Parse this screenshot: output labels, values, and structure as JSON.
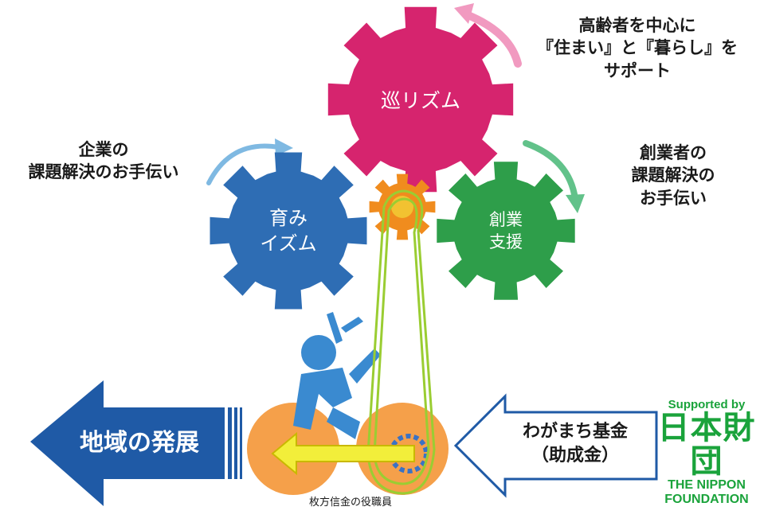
{
  "gears": {
    "top": {
      "label": "巡リズム",
      "color": "#d6246e"
    },
    "left": {
      "label_line1": "育み",
      "label_line2": "イズム",
      "color": "#2e6db4"
    },
    "right": {
      "label_line1": "創業",
      "label_line2": "支援",
      "color": "#2e9e4a"
    },
    "small": {
      "color": "#f08c1e"
    }
  },
  "captions": {
    "top_right": {
      "line1": "高齢者を中心に",
      "line2": "『住まい』と『暮らし』を",
      "line3": "サポート"
    },
    "left": {
      "line1": "企業の",
      "line2": "課題解決のお手伝い"
    },
    "right": {
      "line1": "創業者の",
      "line2": "課題解決の",
      "line3": "お手伝い"
    }
  },
  "arrows": {
    "development": {
      "label": "地域の発展",
      "color": "#1f5aa6"
    },
    "fund": {
      "line1": "わがまち基金",
      "line2": "（助成金）",
      "color": "#1f5aa6"
    }
  },
  "bicycle_caption": "枚方信金の役職員",
  "nippon_foundation": {
    "supported_by": "Supported by",
    "name_jp": "日本財団",
    "name_en_1": "THE NIPPON",
    "name_en_2": "FOUNDATION",
    "color": "#1aa33b"
  }
}
